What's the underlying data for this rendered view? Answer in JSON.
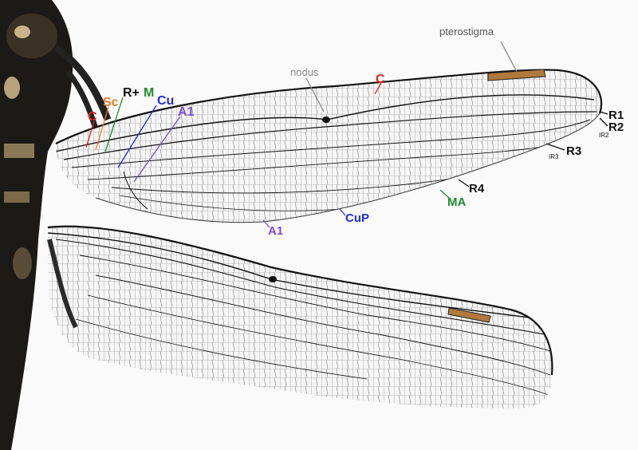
{
  "labels": {
    "pterostigma": "pterostigma",
    "nodus": "nodus",
    "c_top": "C",
    "c_left": "C",
    "sc": "Sc",
    "rm_r": "R+",
    "rm_m": "M",
    "cu": "Cu",
    "a1_top": "A1",
    "r1": "R1",
    "r2": "R2",
    "ir2": "IR2",
    "ir3": "IR3",
    "r3": "R3",
    "r4": "R4",
    "ma": "MA",
    "cup": "CuP",
    "a1_bottom": "A1"
  },
  "colors": {
    "c": "#e8231c",
    "sc": "#f07a1e",
    "m": "#1d8c2a",
    "cu": "#1f2fd8",
    "a1": "#7a4fd0",
    "gray": "#8a8a8a",
    "black": "#111111",
    "pterostigma_fill": "#b07a3c"
  }
}
